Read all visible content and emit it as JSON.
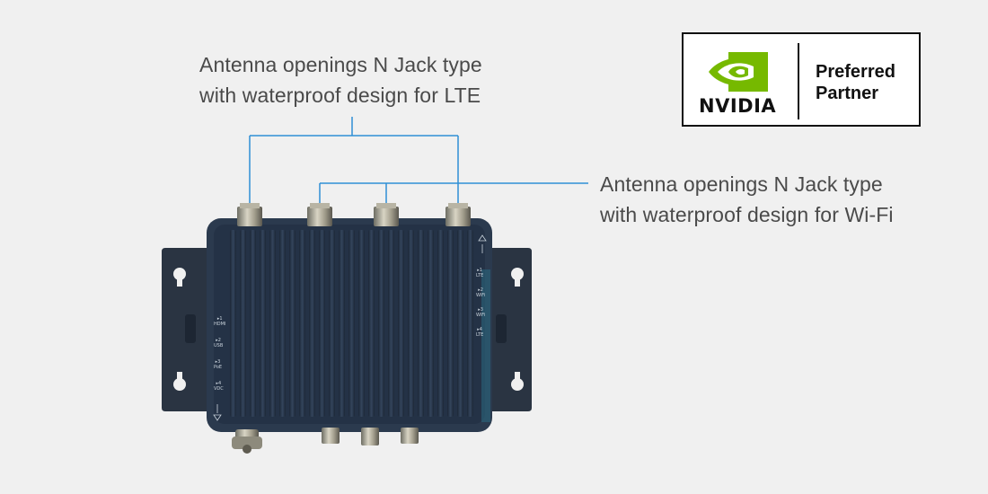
{
  "callouts": {
    "lte": {
      "line1": "Antenna openings N Jack type",
      "line2": "with waterproof design for LTE"
    },
    "wifi": {
      "line1": "Antenna openings N Jack type",
      "line2": "with waterproof design for Wi-Fi"
    }
  },
  "badge": {
    "brand": "NVIDIA",
    "line1": "Preferred",
    "line2": "Partner",
    "brand_color": "#76b900"
  },
  "colors": {
    "callout_line": "#2f8fd6",
    "device_body": "#2b3a4e",
    "background": "#f0f0f0"
  },
  "device": {
    "left_ports": [
      {
        "num": "▸1",
        "name": "HDMI"
      },
      {
        "num": "▸2",
        "name": "USB"
      },
      {
        "num": "▸3",
        "name": "PoE"
      },
      {
        "num": "▸4",
        "name": "VDC"
      }
    ],
    "right_ports": [
      {
        "num": "▸1",
        "name": "LTE"
      },
      {
        "num": "▸2",
        "name": "WiFi"
      },
      {
        "num": "▸3",
        "name": "WiFi"
      },
      {
        "num": "▸4",
        "name": "LTE"
      }
    ]
  }
}
